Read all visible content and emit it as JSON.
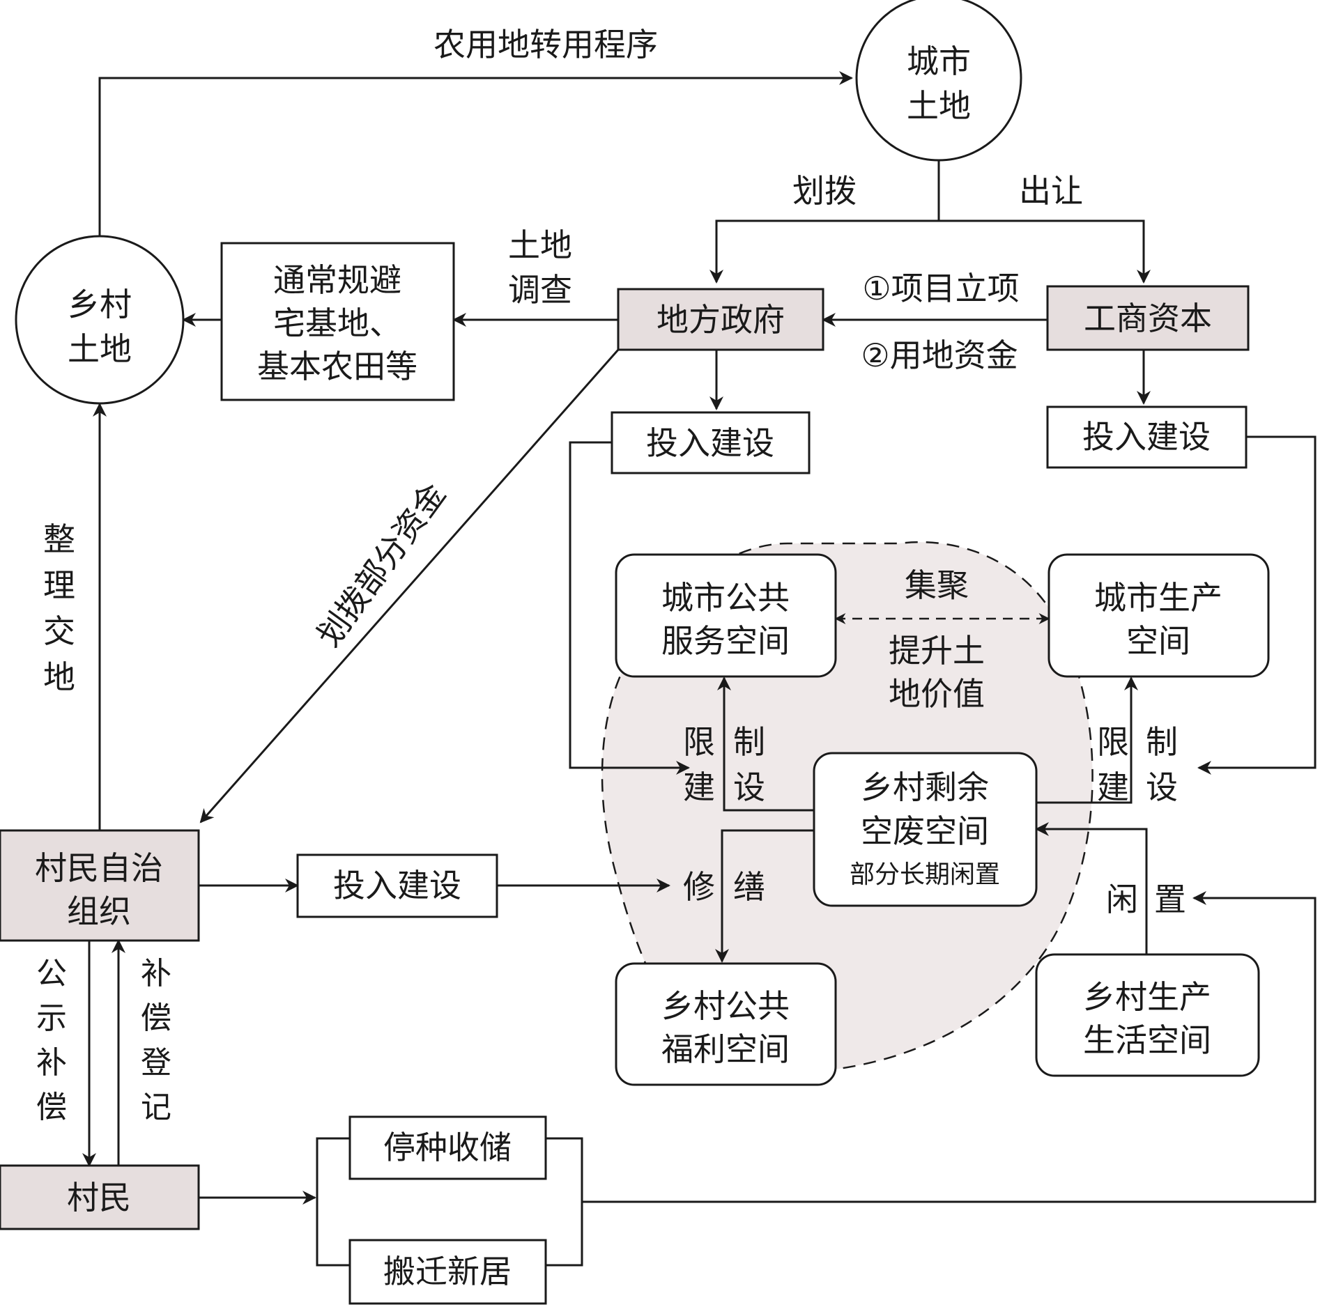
{
  "nodes": {
    "urban_land": [
      "城市",
      "土地"
    ],
    "rural_land": [
      "乡村",
      "土地"
    ],
    "avoid_box": [
      "通常规避",
      "宅基地、",
      "基本农田等"
    ],
    "local_gov": "地方政府",
    "business_capital": "工商资本",
    "invest_gov": "投入建设",
    "invest_biz": "投入建设",
    "urban_public": [
      "城市公共",
      "服务空间"
    ],
    "urban_production": [
      "城市生产",
      "空间"
    ],
    "rural_surplus": [
      "乡村剩余",
      "空废空间",
      "部分长期闲置"
    ],
    "rural_public": [
      "乡村公共",
      "福利空间"
    ],
    "rural_production": [
      "乡村生产",
      "生活空间"
    ],
    "village_org": [
      "村民自治",
      "组织"
    ],
    "invest_village": "投入建设",
    "villagers": "村民",
    "stop_farming": "停种收储",
    "relocate": "搬迁新居"
  },
  "edges": {
    "farmland_conversion": "农用地转用程序",
    "allocate": "划拨",
    "transfer": "出让",
    "land_survey": [
      "土地",
      "调查"
    ],
    "project_approval": "①项目立项",
    "land_funds": "②用地资金",
    "allocate_funds": "划拨部分资金",
    "consolidate": [
      "整",
      "理",
      "交",
      "地"
    ],
    "agglomerate": "集聚",
    "raise_value": [
      "提升土",
      "地价值"
    ],
    "restrict_left": [
      "限",
      "建",
      "制",
      "设"
    ],
    "restrict_right": [
      "限",
      "建",
      "制",
      "设"
    ],
    "repair": [
      "修",
      "缮"
    ],
    "idle": [
      "闲",
      "置"
    ],
    "public_compensation": [
      "公",
      "示",
      "补",
      "偿"
    ],
    "compensation_register": [
      "补",
      "偿",
      "登",
      "记"
    ]
  }
}
